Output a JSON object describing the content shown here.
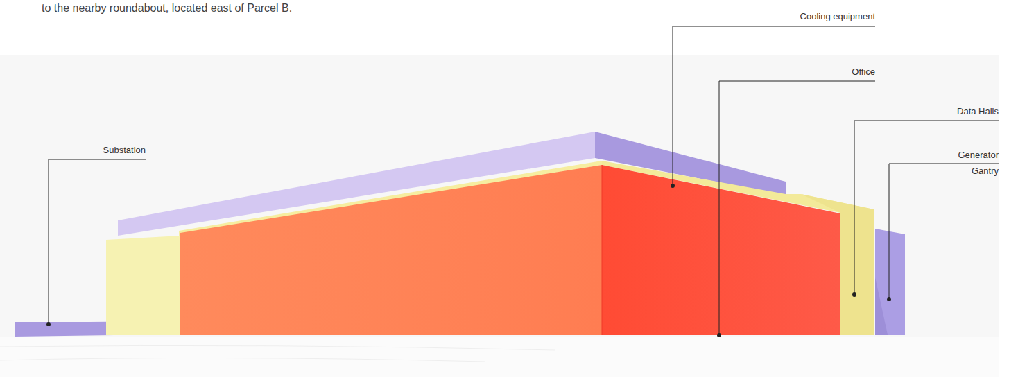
{
  "diagram": {
    "labels": [
      "to the nearby roundabout, located east of Parcel B.",
      "Cooling equipment",
      "Office",
      "Data Halls",
      "Generator Gantry",
      "Substation"
    ]
  }
}
